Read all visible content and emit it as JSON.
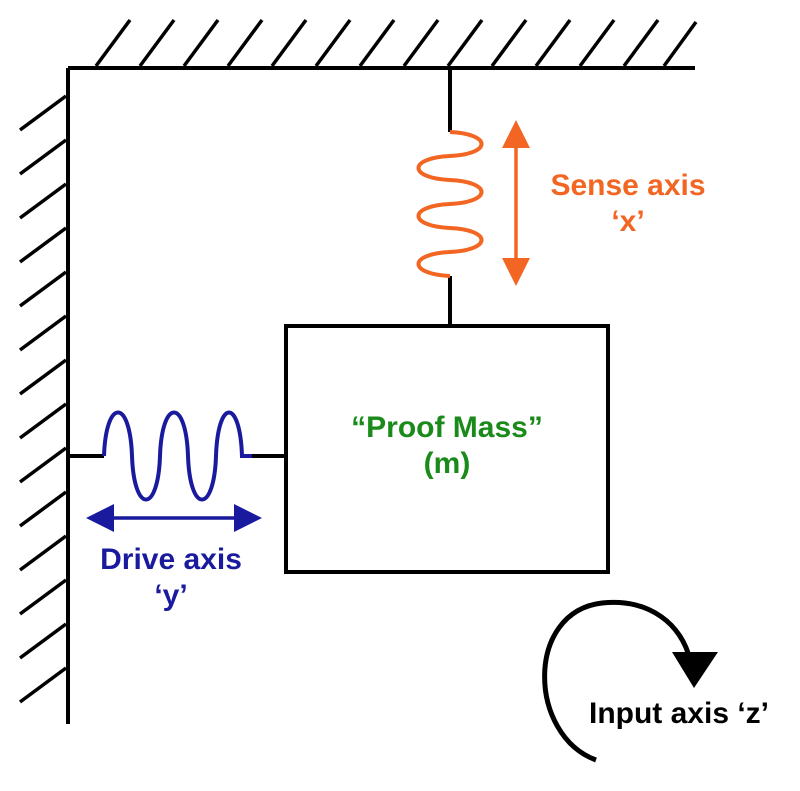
{
  "labels": {
    "sense": {
      "line1": "Sense axis",
      "line2": "‘x’"
    },
    "mass": {
      "line1": "“Proof Mass”",
      "line2": "(m)"
    },
    "drive": {
      "line1": "Drive axis",
      "line2": "‘y’"
    },
    "input": {
      "line1": "Input axis ‘z’"
    }
  },
  "colors": {
    "structure": "#000000",
    "sense": "#f26522",
    "mass": "#1a8a1a",
    "drive": "#1a1a9e",
    "input": "#000000"
  }
}
